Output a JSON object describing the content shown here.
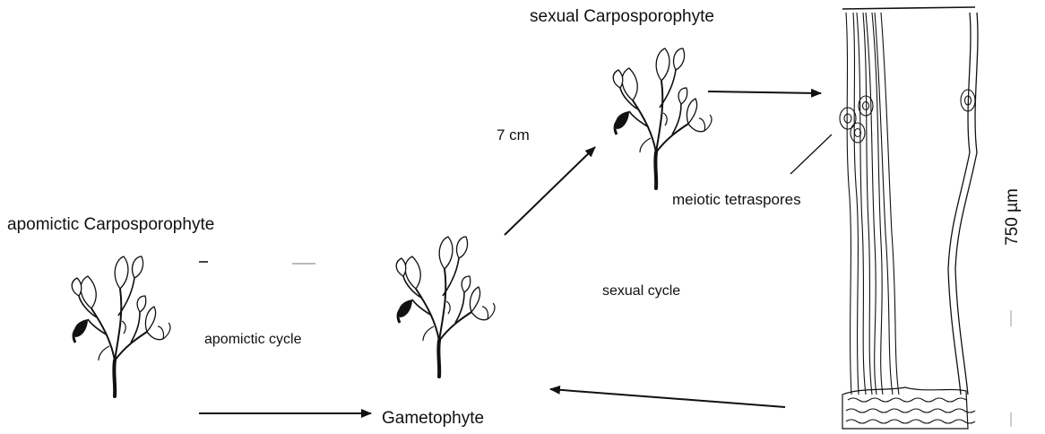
{
  "labels": {
    "sexual_carposporophyte": "sexual Carposporophyte",
    "apomictic_carposporophyte": "apomictic Carposporophyte",
    "gametophyte": "Gametophyte",
    "size_7cm": "7 cm",
    "meiotic_tetraspores": "meiotic tetraspores",
    "sexual_cycle": "sexual cycle",
    "apomictic_cycle": "apomictic cycle",
    "scale_750um": "750 µm"
  },
  "colors": {
    "ink": "#111111",
    "background": "#ffffff"
  }
}
